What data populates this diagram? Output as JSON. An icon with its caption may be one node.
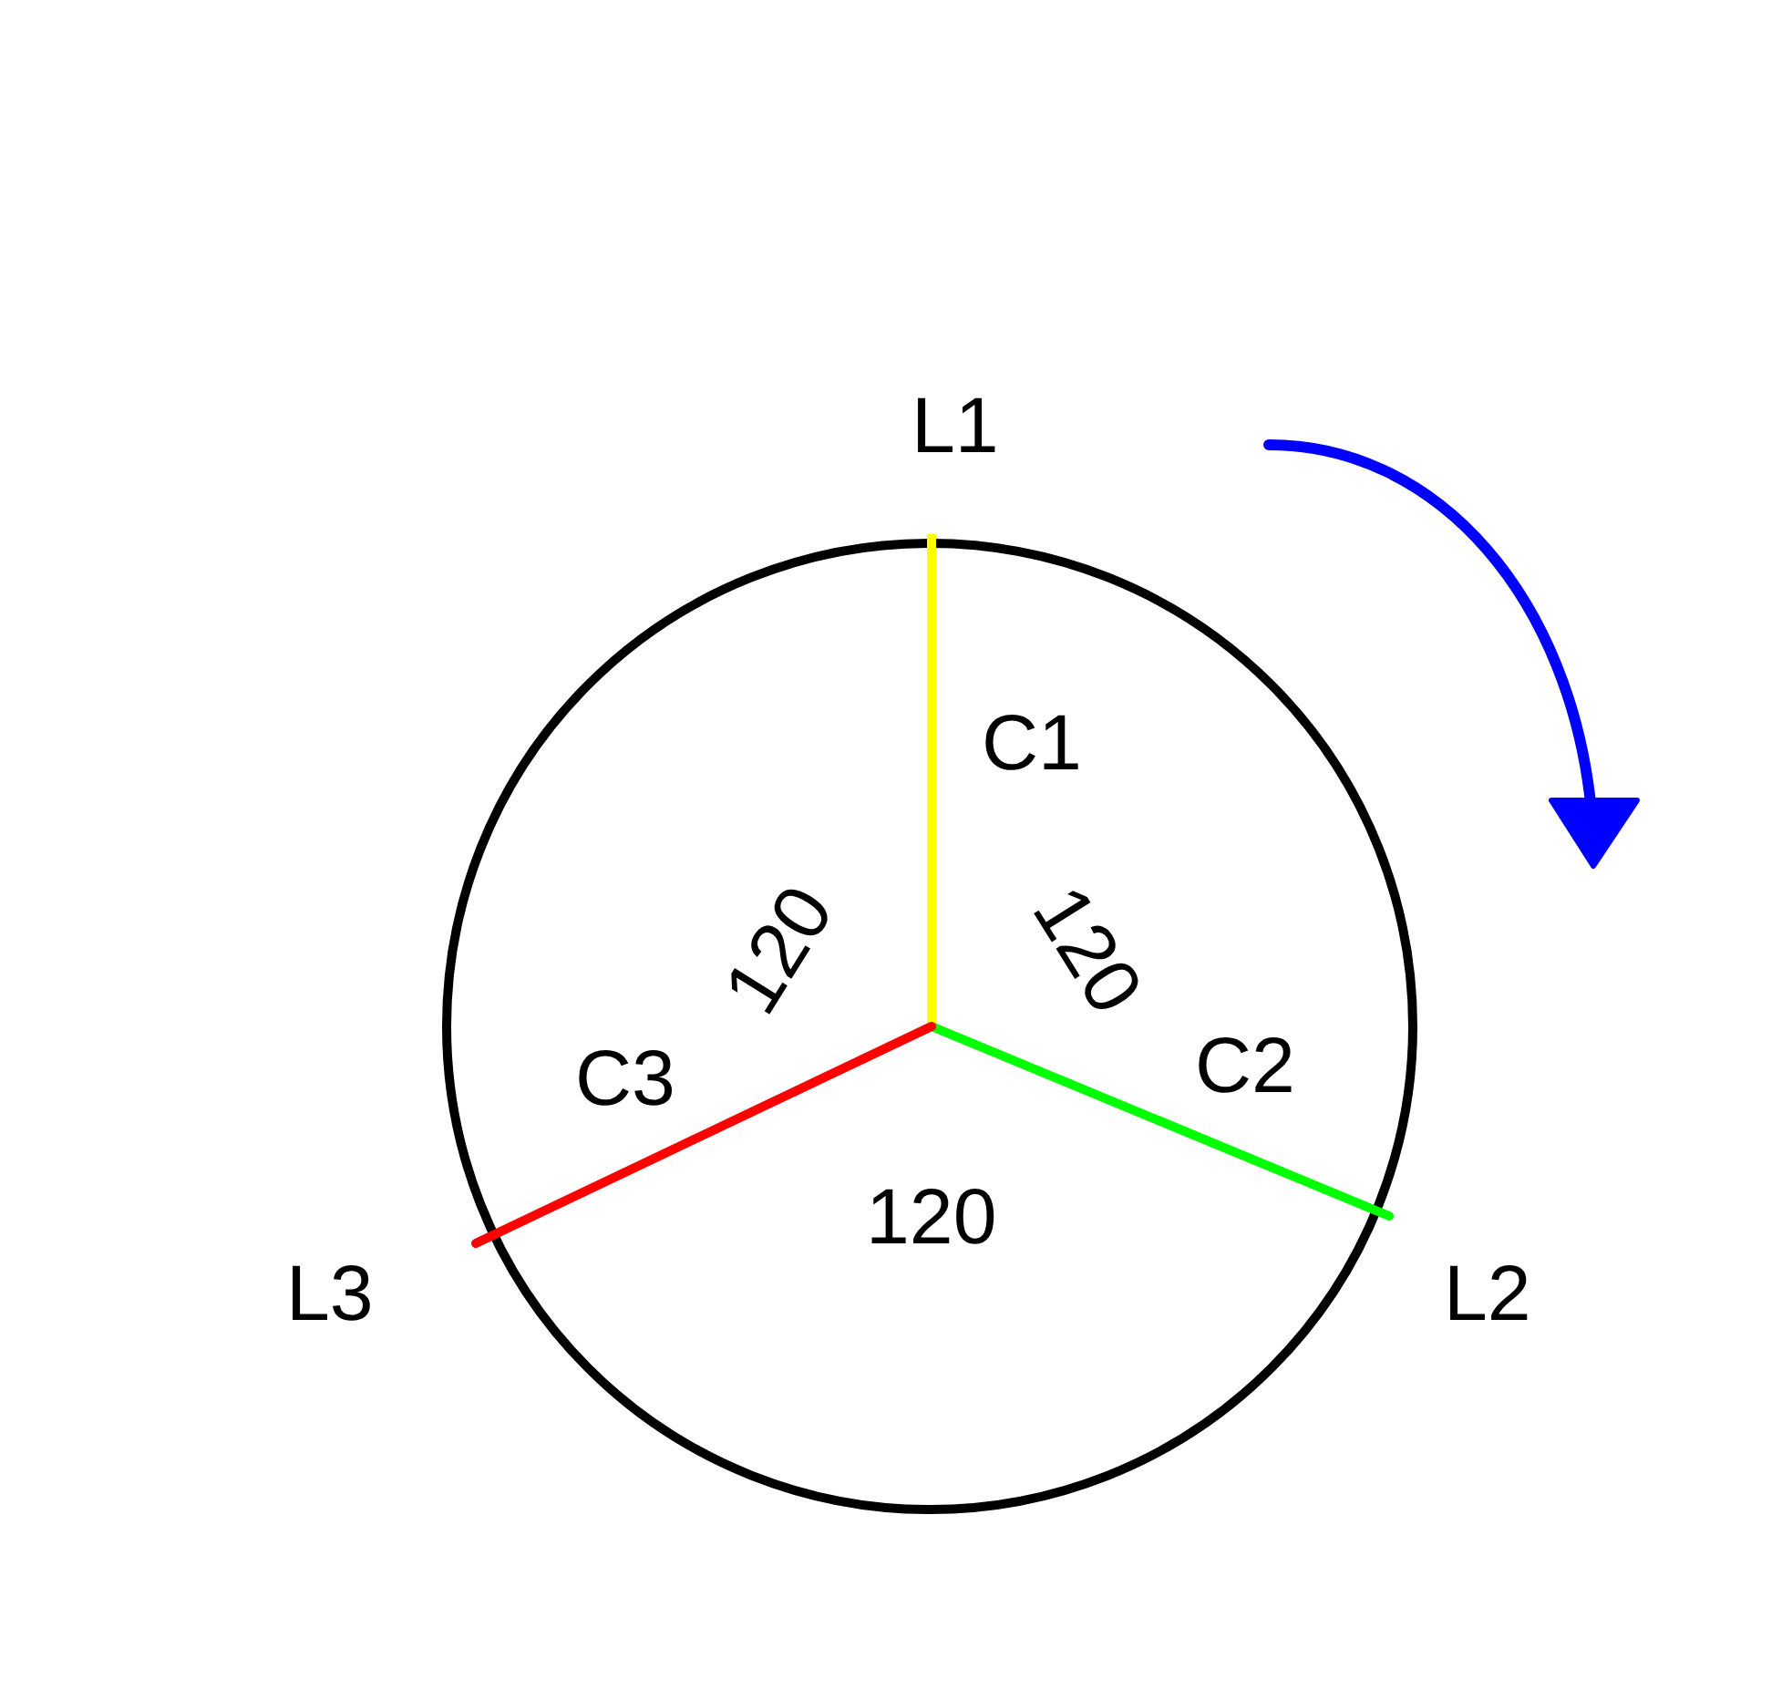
{
  "diagram": {
    "labels": [
      "L1",
      "C1",
      "120",
      "120",
      "C3",
      "C2",
      "120",
      "L3",
      "L2"
    ]
  }
}
